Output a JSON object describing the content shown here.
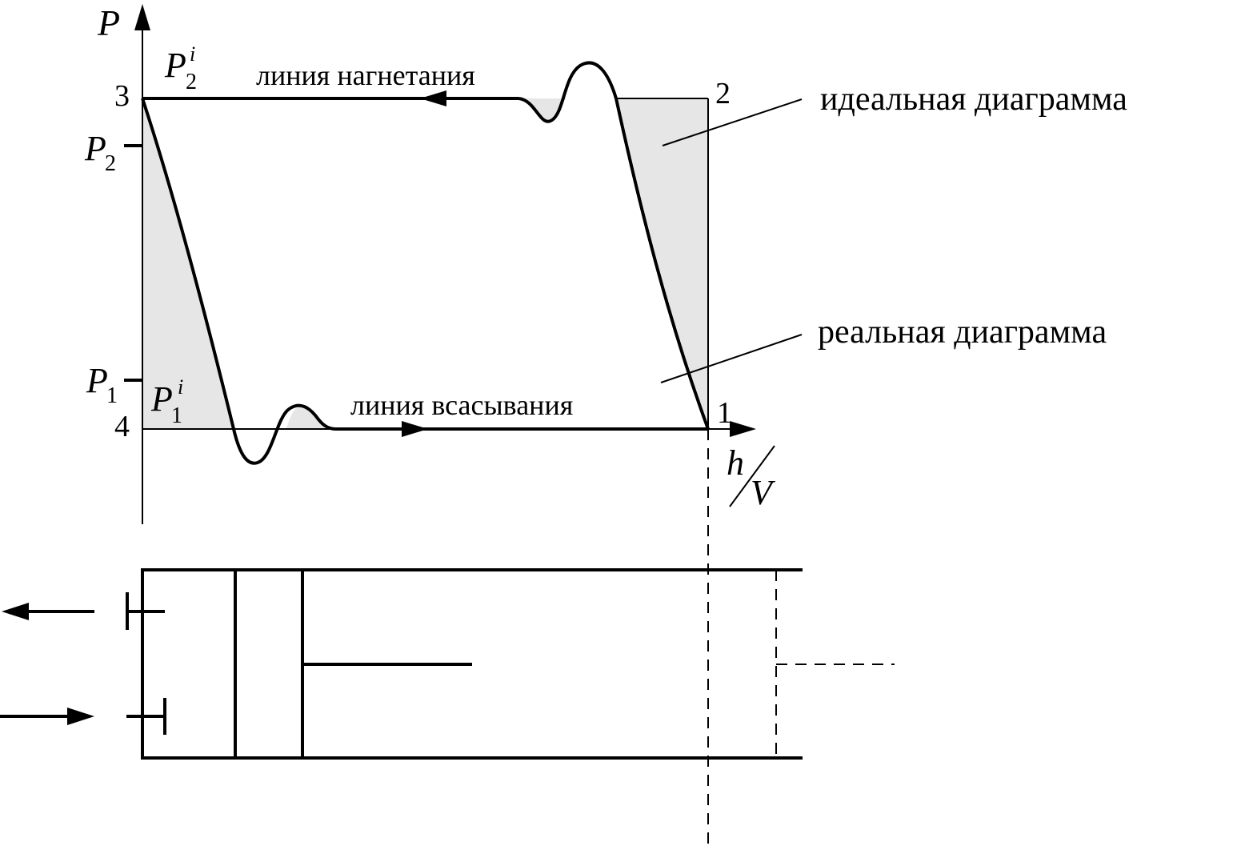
{
  "axes": {
    "y_label": "P",
    "x_label_num": "h",
    "x_label_den": "V"
  },
  "pressure_marks": {
    "p2i_base": "P",
    "p2i_sub": "2",
    "p2i_sup": "i",
    "p2_base": "P",
    "p2_sub": "2",
    "p1_base": "P",
    "p1_sub": "1",
    "p1i_base": "P",
    "p1i_sub": "1",
    "p1i_sup": "i"
  },
  "points": {
    "p1": "1",
    "p2": "2",
    "p3": "3",
    "p4": "4"
  },
  "lines": {
    "discharge": "линия нагнетания",
    "suction": "линия всасывания"
  },
  "callouts": {
    "ideal": "идеальная диаграмма",
    "real": "реальная диаграмма"
  },
  "colors": {
    "stroke": "#000000",
    "shade": "#e6e6e6",
    "background": "#ffffff"
  }
}
